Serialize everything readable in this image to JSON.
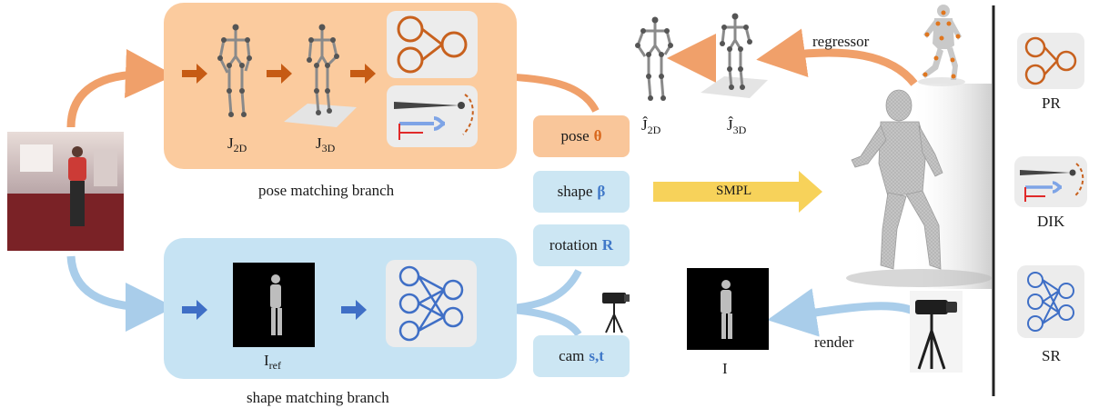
{
  "labels": {
    "j2d": "J",
    "j2d_sub": "2D",
    "j3d": "J",
    "j3d_sub": "3D",
    "jhat2d": "Ĵ",
    "jhat2d_sub": "2D",
    "jhat3d": "Ĵ",
    "jhat3d_sub": "3D",
    "iref": "I",
    "iref_sub": "ref",
    "i": "I"
  },
  "captions": {
    "pose_branch": "pose matching branch",
    "shape_branch": "shape matching branch"
  },
  "params": {
    "pose": "pose",
    "pose_sym": "θ",
    "shape": "shape",
    "shape_sym": "β",
    "rotation": "rotation",
    "rotation_sym": "R",
    "cam": "cam",
    "cam_sym": "s,t"
  },
  "arrows": {
    "regressor": "regressor",
    "smpl": "SMPL",
    "render": "render"
  },
  "legend": {
    "pr": "PR",
    "dik": "DIK",
    "sr": "SR"
  },
  "colors": {
    "orange": "#e98a4a",
    "blue": "#8fbfe3",
    "smpl_arrow": "#f7d25a"
  }
}
